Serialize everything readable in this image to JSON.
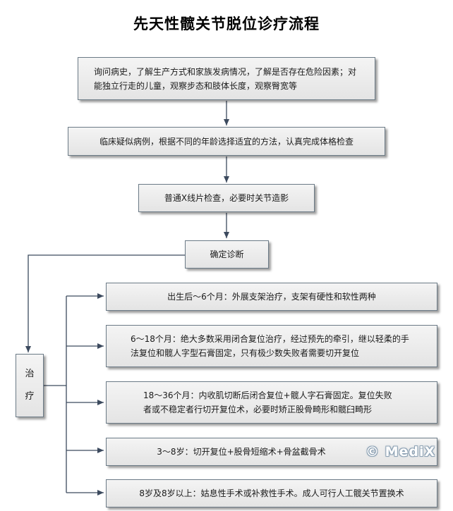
{
  "title": "先天性髋关节脱位诊疗流程",
  "steps": {
    "history": "询问病史，了解生产方式和家族发病情况，了解是否存在危险因素；对能独立行走的儿童，观察步态和肢体长度，观察臀宽等",
    "clinical": "临床疑似病例，根据不同的年龄选择适宜的方法，认真完成体格检查",
    "xray": "普通X线片检查，必要时关节造影",
    "diagnosis": "确定诊断"
  },
  "treatment_label": [
    "治",
    "疗"
  ],
  "treatments": [
    "出生后～6个月：外展支架治疗，支架有硬性和软性两种",
    "6～18个月：绝大多数采用闭合复位治疗，经过预先的牵引，继以轻柔的手法复位和髋人字型石膏固定，只有极少数失败者需要切开复位",
    "18～36个月：内收肌切断后闭合复位+髋人字石膏固定。复位失败者或不稳定者行切开复位术，必要时矫正股骨畸形和髋臼畸形",
    "3～8岁：切开复位+股骨短缩术+骨盆截骨术",
    "8岁及8岁以上：姑息性手术或补救性手术。成人可行人工髋关节置换术"
  ],
  "watermark": "© MediX",
  "colors": {
    "connector": "#3c4a5e",
    "box_border": "#6b7a86"
  }
}
